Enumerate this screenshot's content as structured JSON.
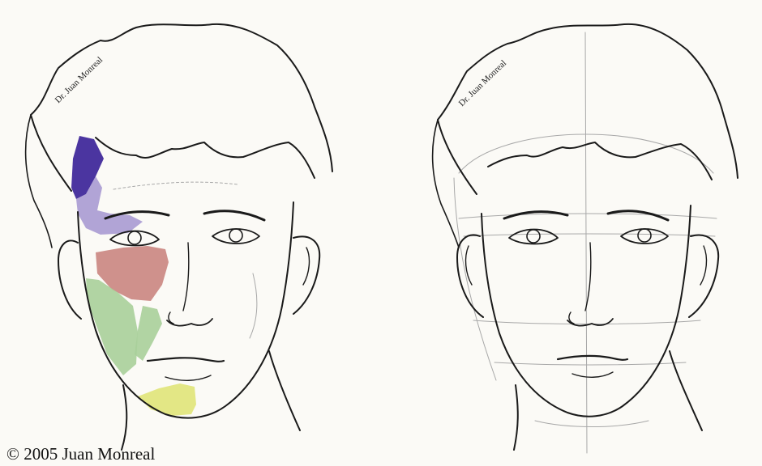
{
  "signature_left": "Dr. Juan Monreal",
  "signature_right": "Dr. Juan Monreal",
  "copyright": "© 2005 Juan Monreal",
  "colors": {
    "temple_dark": "#4b35a0",
    "temple_light": "#a394d0",
    "cheek": "#cc8b86",
    "jaw": "#a9cf9a",
    "chin": "#e1e67e",
    "line": "#1a1a1a",
    "guide": "#a8a8a8"
  }
}
